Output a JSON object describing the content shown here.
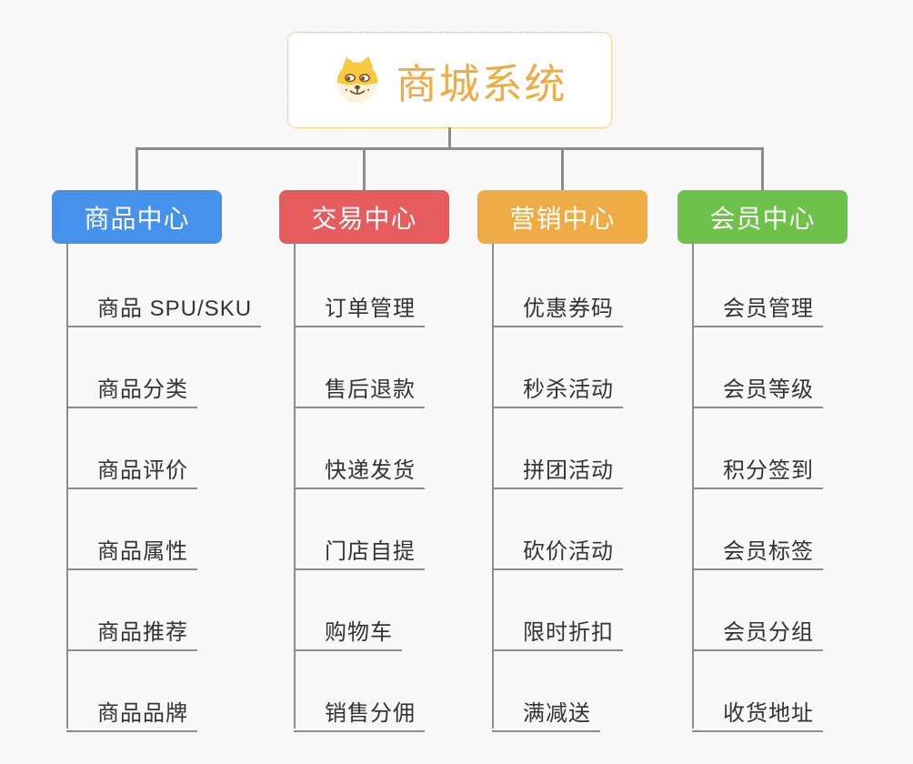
{
  "page": {
    "background": "#F8F8F8",
    "connector_color": "#8C8C8C"
  },
  "root": {
    "title": "商城系统",
    "icon": "dog-face-icon",
    "title_color": "#F0AC44",
    "border_color": "#F0A93C"
  },
  "branches": [
    {
      "label": "商品中心",
      "color": "#4591EC",
      "items": [
        "商品 SPU/SKU",
        "商品分类",
        "商品评价",
        "商品属性",
        "商品推荐",
        "商品品牌"
      ]
    },
    {
      "label": "交易中心",
      "color": "#E65C5C",
      "items": [
        "订单管理",
        "售后退款",
        "快递发货",
        "门店自提",
        "购物车",
        "销售分佣"
      ]
    },
    {
      "label": "营销中心",
      "color": "#EFAC44",
      "items": [
        "优惠券码",
        "秒杀活动",
        "拼团活动",
        "砍价活动",
        "限时折扣",
        "满减送"
      ]
    },
    {
      "label": "会员中心",
      "color": "#6EC14A",
      "items": [
        "会员管理",
        "会员等级",
        "积分签到",
        "会员标签",
        "会员分组",
        "收货地址"
      ]
    }
  ]
}
